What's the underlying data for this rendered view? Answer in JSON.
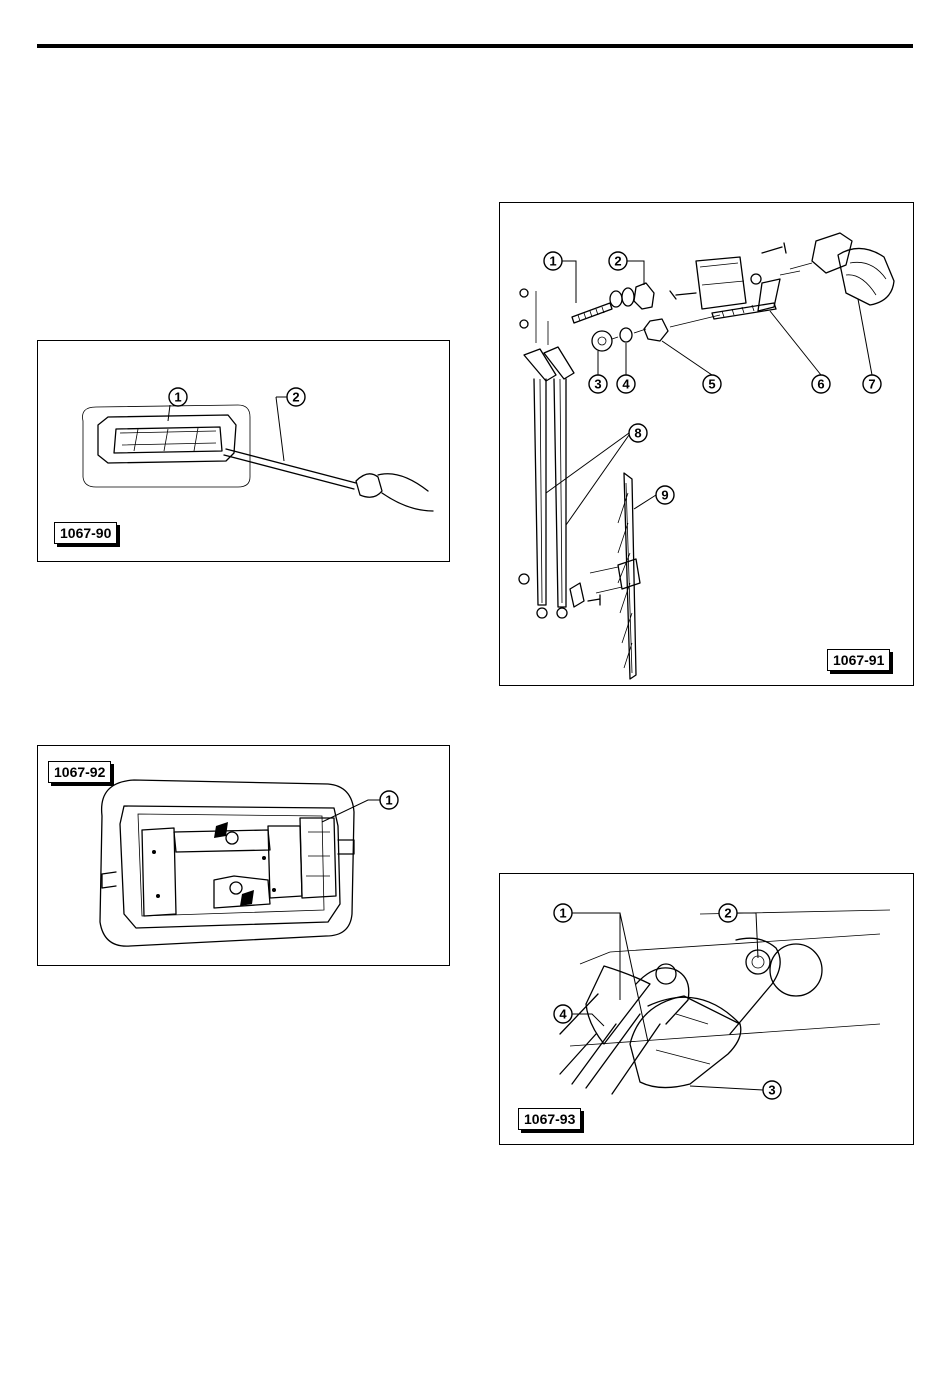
{
  "figures": {
    "fig90": {
      "code": "1067-90",
      "callouts": [
        "1",
        "2"
      ]
    },
    "fig91": {
      "code": "1067-91",
      "callouts": [
        "1",
        "2",
        "3",
        "4",
        "5",
        "6",
        "7",
        "8",
        "9"
      ]
    },
    "fig92": {
      "code": "1067-92",
      "callouts": [
        "1"
      ]
    },
    "fig93": {
      "code": "1067-93",
      "callouts": [
        "1",
        "2",
        "3",
        "4"
      ]
    }
  }
}
